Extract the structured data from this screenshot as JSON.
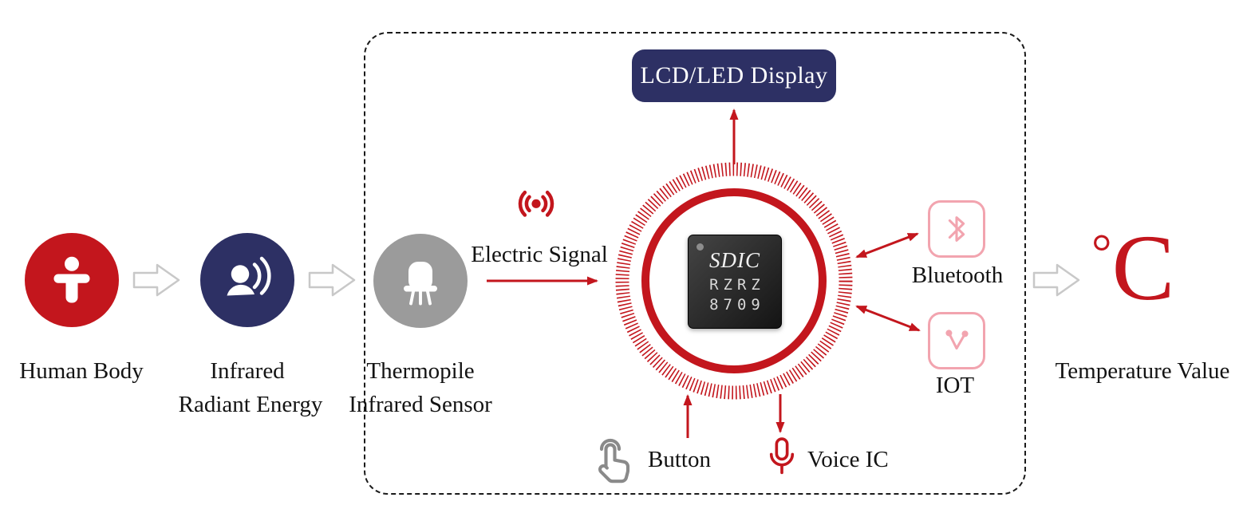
{
  "colors": {
    "red": "#C3161D",
    "navy": "#2D3064",
    "gray": "#9B9B9B",
    "pink": "#F2A4AF"
  },
  "flow": {
    "human_body": {
      "label": "Human Body"
    },
    "infrared": {
      "line1": "Infrared",
      "line2": "Radiant Energy"
    },
    "thermopile": {
      "line1": "Thermopile",
      "line2": "Infrared Sensor"
    },
    "electric_signal": {
      "label": "Electric Signal"
    },
    "chip": {
      "brand": "SDIC",
      "part_line1": "RZRZ",
      "part_line2": "8709"
    },
    "lcd_display": {
      "label": "LCD/LED Display"
    },
    "bluetooth": {
      "label": "Bluetooth"
    },
    "iot": {
      "label": "IOT"
    },
    "button": {
      "label": "Button"
    },
    "voice_ic": {
      "label": "Voice IC"
    },
    "temperature": {
      "degree": "°",
      "letter": "C",
      "label": "Temperature Value"
    }
  }
}
